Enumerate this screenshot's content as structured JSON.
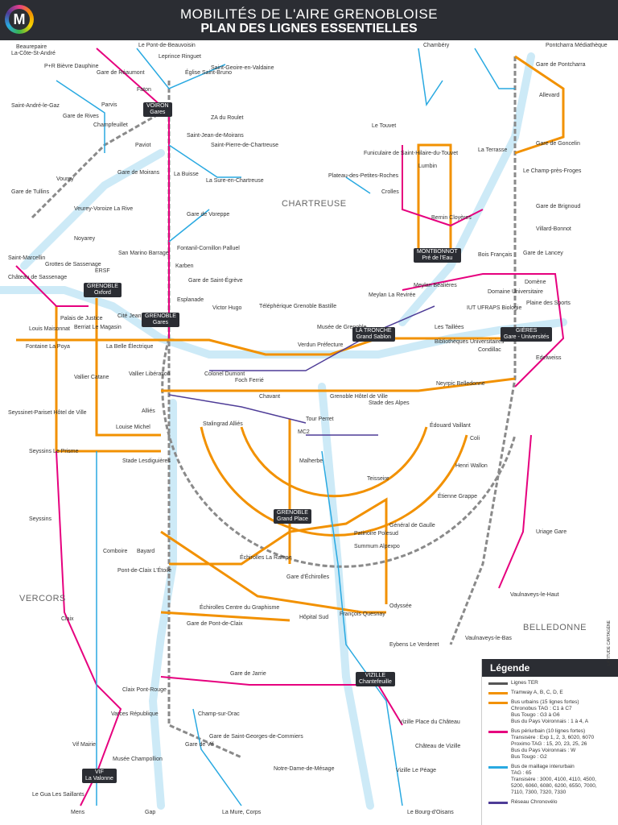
{
  "header": {
    "title_line1": "MOBILITÉS DE L'AIRE GRENOBLOISE",
    "title_line2": "PLAN DES LIGNES ESSENTIELLES",
    "logo_letter": "M"
  },
  "regions": {
    "chartreuse": "CHARTREUSE",
    "vercors": "VERCORS",
    "belledonne": "BELLEDONNE"
  },
  "hubs": {
    "voiron": "VOIRON\nGares",
    "grenoble_oxford": "GRENOBLE\nOxford",
    "grenoble_gares": "GRENOBLE\nGares",
    "la_tronche": "LA TRONCHE\nGrand Sablon",
    "montbonnot": "MONTBONNOT\nPré de l'Eau",
    "gieres": "GIÈRES\nGare - Universités",
    "grenoble_grand_place": "GRENOBLE\nGrand Place",
    "vizille": "VIZILLE\nChantefeuille",
    "vif": "VIF\nLa Valonne"
  },
  "stops": [
    "Beaurepaire",
    "La-Côte-St-André",
    "P+R Bièvre Dauphine",
    "Gare de Réaumont",
    "Le Pont-de-Beauvoisin",
    "Leprince Ringuet",
    "Saint-Geoire-en-Valdaine",
    "Église Saint-Bruno",
    "Faton",
    "Parvis",
    "Champfeuillet",
    "ZA du Roulet",
    "Saint-André-le-Gaz",
    "Gare de Rives",
    "Paviot",
    "Saint-Jean-de-Moirans",
    "Saint-Pierre-de-Chartreuse",
    "Vourey",
    "Gare de Moirans",
    "La Buisse",
    "La Sure-en-Chartreuse",
    "Gare de Tullins",
    "Veurey-Voroize La Rive",
    "Gare de Voreppe",
    "Noyarey",
    "Fontanil-Cornillon Palluel",
    "Saint-Marcellin",
    "San Marino Barrage",
    "Karben",
    "Grottes de Sassenage",
    "Château de Sassenage",
    "Gare de Saint-Égrève",
    "ERSF",
    "Esplanade",
    "Victor Hugo",
    "Téléphérique Grenoble Bastille",
    "Musée de Grenoble",
    "Louis Maisonnat",
    "Palais de Justice",
    "Berriat Le Magasin",
    "Cité Jean Macé",
    "La Belle Électrique",
    "Fontaine La Poya",
    "Vallier Catane",
    "Vallier Libération",
    "Colonel Dumont",
    "Foch Ferrié",
    "Verdun Préfecture",
    "Seyssinet-Pariset Hôtel de Ville",
    "Alliés",
    "Chavant",
    "Tour Perret",
    "Grenoble Hôtel de Ville",
    "Stade des Alpes",
    "Louise Michel",
    "Stalingrad Alliés",
    "MC2",
    "Seyssins Le Prisme",
    "Stade Lesdiguières",
    "Malherbe",
    "Teisseire",
    "Seyssins",
    "Comboire",
    "Bayard",
    "Patinoire Polesud",
    "Summum Alpexpo",
    "Général de Gaulle",
    "Échirolles La Rampe",
    "Pont-de-Claix L'Étoile",
    "Gare d'Échirolles",
    "Échirolles Centre du Graphisme",
    "Hôpital Sud",
    "François Quesnay",
    "Odyssée",
    "Claix",
    "Gare de Pont-de-Claix",
    "Eybens Le Verderet",
    "Gare de Jarrie",
    "Claix Pont-Rouge",
    "Varces République",
    "Champ-sur-Drac",
    "Gare de Saint-Georges-de-Commiers",
    "Gare de Vif",
    "Vif Mairie",
    "Musée Champollion",
    "Notre-Dame-de-Mésage",
    "Le Gua Les Saillants",
    "Mens",
    "Gap",
    "La Mure, Corps",
    "Le Bourg-d'Oisans",
    "Vizille Le Péage",
    "Vizille Place du Château",
    "Château de Vizille",
    "Chambéry",
    "Pontcharra Médiathèque",
    "Gare de Pontcharra",
    "Allevard",
    "Le Touvet",
    "Funiculaire de Saint-Hilaire-du-Touvet",
    "Lumbin",
    "Gare de Goncelin",
    "La Terrasse",
    "Plateau-des-Petites-Roches",
    "Crolles",
    "Le Champ-près-Froges",
    "Bernin Cloyères",
    "Gare de Brignoud",
    "Villard-Bonnot",
    "Bois Français",
    "Gare de Lancey",
    "Meylan La Revirée",
    "Meylan Béalières",
    "Domaine Universitaire",
    "Domène",
    "Plaine des Sports",
    "IUT UFRAPS Biologie",
    "Les Taillées",
    "Bibliothèques Universitaires",
    "Condillac",
    "Neyrpic Belledonne",
    "Edelweiss",
    "Édouard Vaillant",
    "Coli",
    "Henri Wallon",
    "Étienne Grappe",
    "Uriage Gare",
    "Vaulnaveys-le-Haut",
    "Vaulnaveys-le-Bas"
  ],
  "legend": {
    "title": "Légende",
    "items": [
      {
        "label": "Lignes TER",
        "color": "#555555"
      },
      {
        "label": "Tramway A, B, C, D, E",
        "color": "#f29100"
      },
      {
        "label": "Bus urbains (15 lignes fortes)\nChronobus TAG : C1 à C7\nBus Tougo : G3 à G6\nBus du Pays Voironnais : 1 à 4, A",
        "color": "#f29100"
      },
      {
        "label": "Bus périurbain (10 lignes fortes)\nTransisère : Exp 1, 2, 3, 6020, 6070\nProximo TAG : 15, 20, 23, 25, 26\nBus du Pays Voironnais : W\nBus Tougo : G2",
        "color": "#e6007e"
      },
      {
        "label": "Bus de maillage interurbain\nTAG : 65\nTransisère : 3000, 4100, 4110, 4500,\n5200, 6060, 6080, 6200, 6550, 7000,\n7110, 7300, 7320, 7330",
        "color": "#29a9e1"
      },
      {
        "label": "Réseau Chronovélo",
        "color": "#4e3c97"
      }
    ]
  },
  "credit": "LATITUDE CARTAGÈNE",
  "colors": {
    "ter": "#666666",
    "tram": "#f29100",
    "peri": "#e6007e",
    "maillage": "#29a9e1",
    "velo": "#4e3c97",
    "river": "#cdeaf7",
    "dark": "#2b2d33"
  }
}
